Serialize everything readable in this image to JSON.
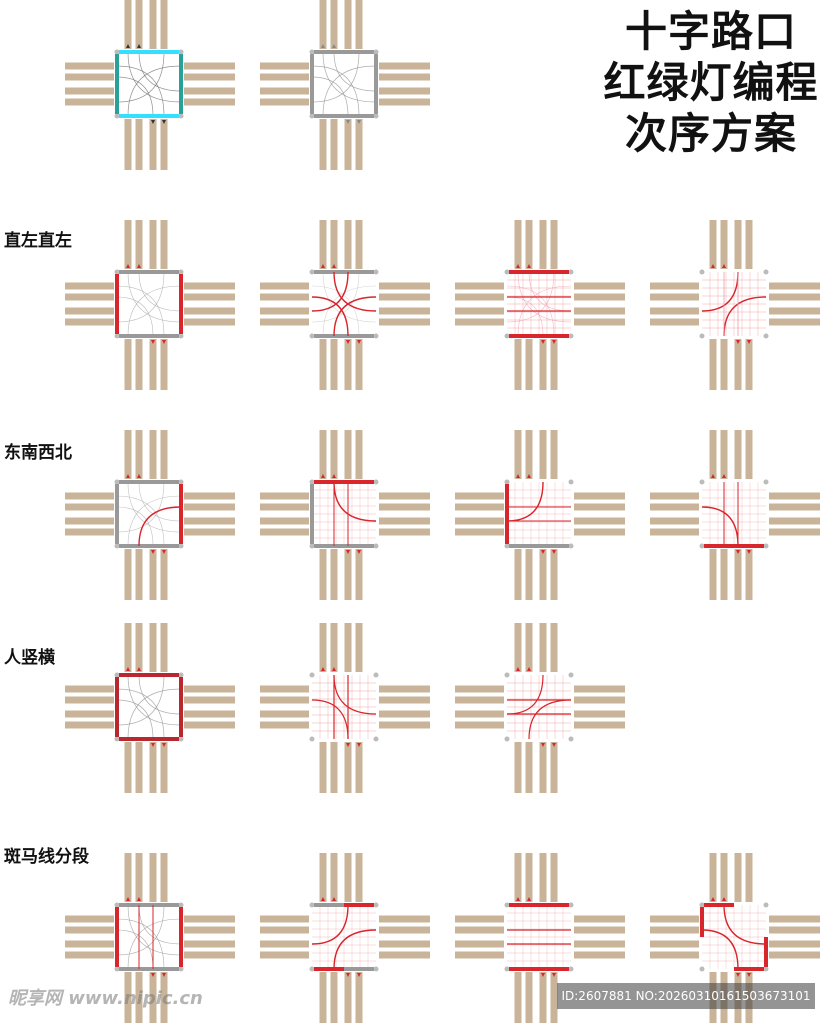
{
  "title": {
    "line1": "十字路口",
    "line2": "红绿灯编程",
    "line3": "次序方案"
  },
  "sections": [
    {
      "label": "直左直左"
    },
    {
      "label": "东南西北"
    },
    {
      "label": "人竖横"
    },
    {
      "label": "斑马线分段"
    }
  ],
  "colors": {
    "road": "#c9b49a",
    "active": "#d8262c",
    "inactive": "#999999",
    "legend_ns": "#2aa198",
    "legend_we": "#33e0ff"
  },
  "diagrams": [
    {
      "id": "legend",
      "variant": "legend"
    },
    {
      "id": "blank",
      "variant": "gray"
    },
    {
      "id": "s1-1",
      "variant": "ns-straight"
    },
    {
      "id": "s1-2",
      "variant": "ns-left"
    },
    {
      "id": "s1-3",
      "variant": "we-straight"
    },
    {
      "id": "s1-4",
      "variant": "we-left"
    },
    {
      "id": "s2-1",
      "variant": "east"
    },
    {
      "id": "s2-2",
      "variant": "north"
    },
    {
      "id": "s2-3",
      "variant": "west"
    },
    {
      "id": "s2-4",
      "variant": "south"
    },
    {
      "id": "s3-1",
      "variant": "ped"
    },
    {
      "id": "s3-2",
      "variant": "vertical"
    },
    {
      "id": "s3-3",
      "variant": "horizontal"
    },
    {
      "id": "s4-1",
      "variant": "seg1"
    },
    {
      "id": "s4-2",
      "variant": "seg2"
    },
    {
      "id": "s4-3",
      "variant": "seg3"
    },
    {
      "id": "s4-4",
      "variant": "seg4"
    }
  ],
  "watermark": {
    "text": "昵享网 www.nipic.cn",
    "id": "ID:2607881 NO:20260310161503673101"
  }
}
